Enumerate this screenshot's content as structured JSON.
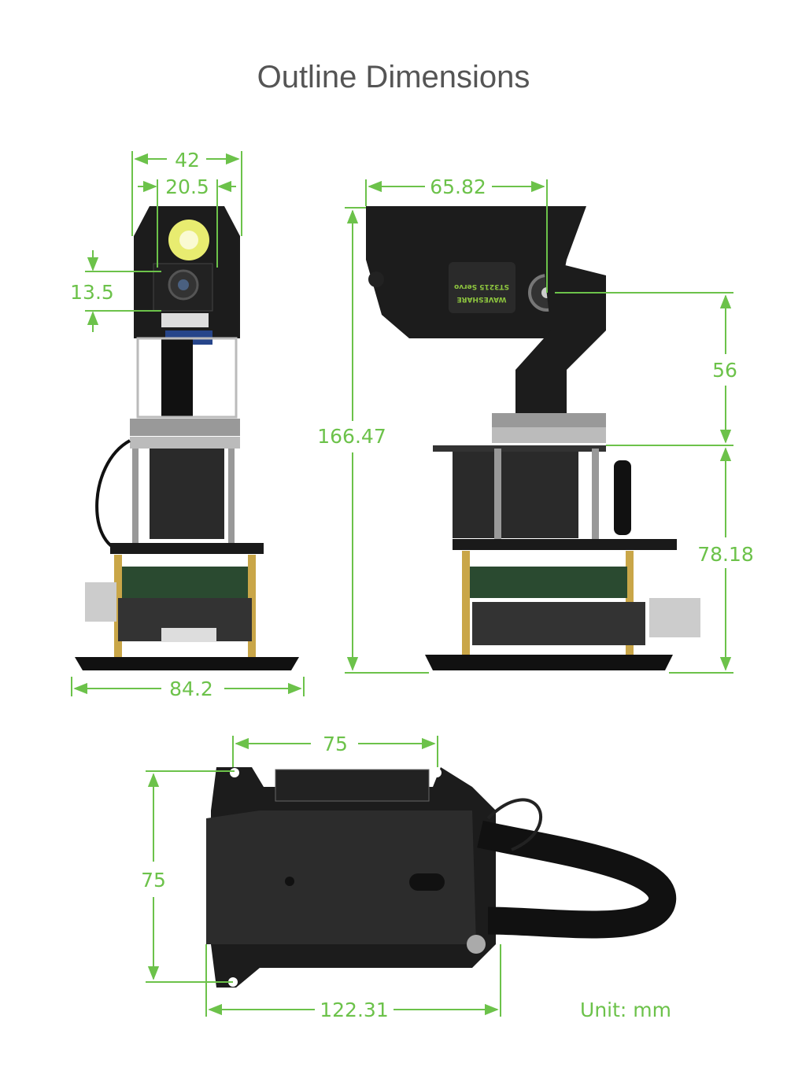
{
  "title": "Outline Dimensions",
  "colors": {
    "dimension": "#6cc24a",
    "device": "#1c1c1c",
    "title": "#555555"
  },
  "front_view": {
    "width_total": "42",
    "lens_spacing": "20.5",
    "camera_height": "13.5",
    "base_width": "84.2"
  },
  "side_view": {
    "depth": "65.82",
    "total_height": "166.47",
    "tilt_axis_height": "56",
    "lower_height": "78.18",
    "servo_label": "ST3215 Servo",
    "brand": "WAVESHARE"
  },
  "bottom_view": {
    "width": "75",
    "depth": "75",
    "length": "122.31"
  },
  "unit": "Unit: mm"
}
